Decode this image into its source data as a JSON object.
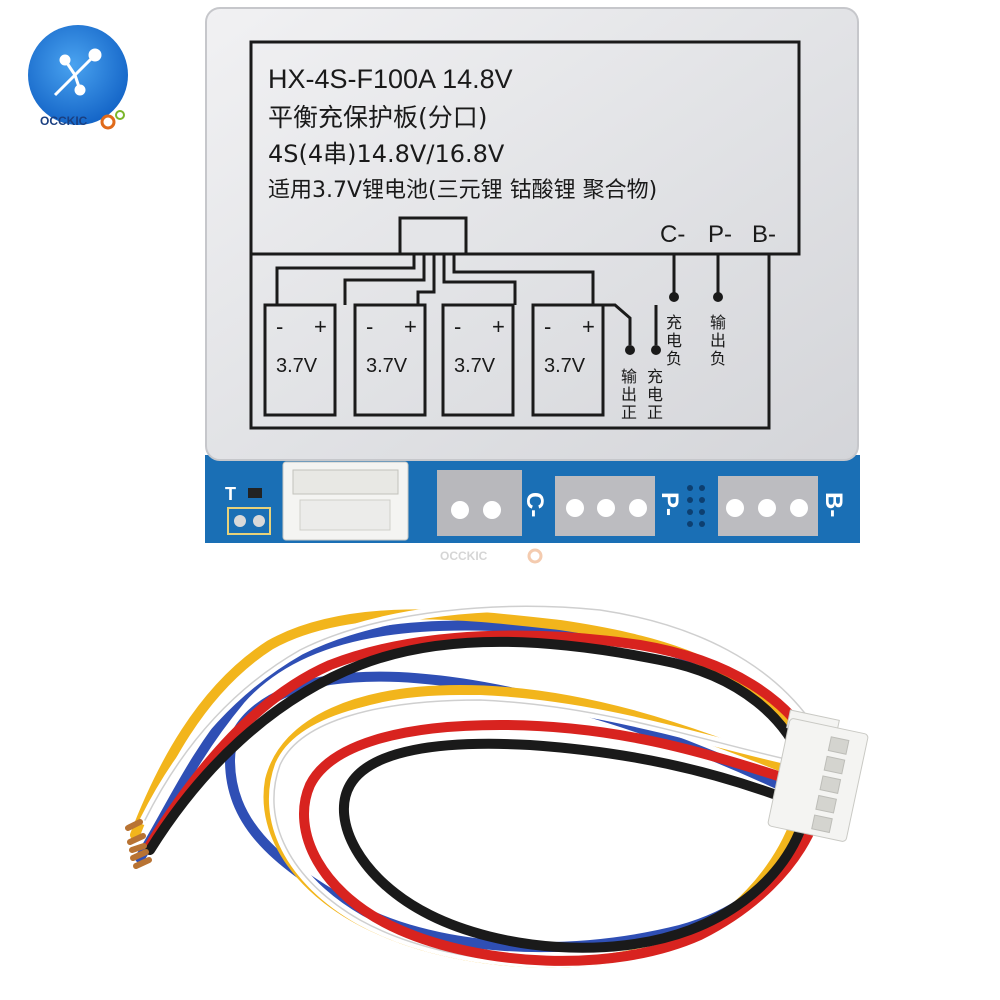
{
  "brand": {
    "name": "OCCKIC",
    "watermark": "OCCKIC"
  },
  "product_label": {
    "model_line": "HX-4S-F100A 14.8V",
    "title_line": "平衡充保护板(分口)",
    "spec_line": "4S(4串)14.8V/16.8V",
    "usage_line": "适用3.7V锂电池(三元锂 钴酸锂 聚合物)",
    "terminals": [
      "C-",
      "P-",
      "B-"
    ],
    "cell_minus": "-",
    "cell_plus": "+",
    "cells": [
      "3.7V",
      "3.7V",
      "3.7V",
      "3.7V"
    ],
    "output_pos": [
      "输",
      "出",
      "正"
    ],
    "charge_pos": [
      "充",
      "电",
      "正"
    ],
    "charge_neg": [
      "充",
      "电",
      "负"
    ],
    "output_neg": [
      "输",
      "出",
      "负"
    ]
  },
  "pcb": {
    "t_label": "T",
    "pad_labels": [
      "C-",
      "P-",
      "B-"
    ]
  },
  "colors": {
    "pcb_blue": "#1a6fb5",
    "label_silver": "#e6e6e8",
    "wire_colors": [
      "#ffffff",
      "#d8231f",
      "#1a1a1a",
      "#f2b51c",
      "#2f4fb5"
    ]
  }
}
